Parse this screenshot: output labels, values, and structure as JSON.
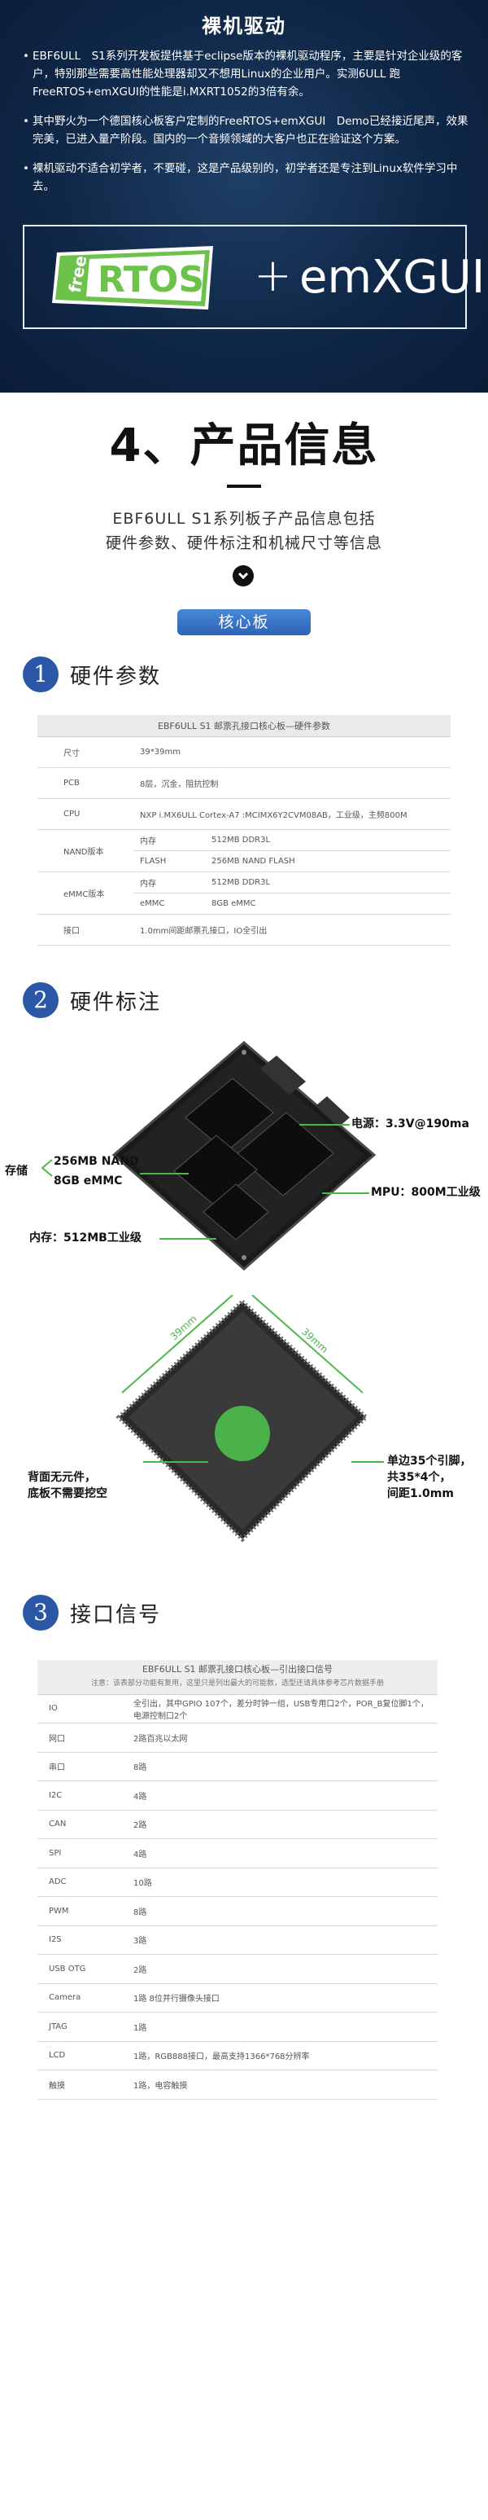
{
  "banner": {
    "title": "裸机驱动",
    "bullets": [
      "EBF6ULL　S1系列开发板提供基于eclipse版本的裸机驱动程序，主要是针对企业级的客户，特别那些需要高性能处理器却又不想用Linux的企业用户。实测6ULL 跑FreeRTOS+emXGUI的性能是i.MXRT1052的3倍有余。",
      "其中野火为一个德国核心板客户定制的FreeRTOS+emXGUI　Demo已经接近尾声，效果完美，已进入量产阶段。国内的一个音频领域的大客户也正在验证这个方案。",
      "裸机驱动不适合初学者，不要碰，这是产品级别的，初学者还是专注到Linux软件学习中去。"
    ],
    "logo_free": "free",
    "logo_rtos": "RTOS",
    "logo_plus": "+",
    "logo_emxgui": "emXGUI",
    "logo_color": "#6cc24a"
  },
  "product": {
    "heading": "4、产品信息",
    "intro_line1": "EBF6ULL S1系列板子产品信息包括",
    "intro_line2": "硬件参数、硬件标注和机械尺寸等信息",
    "tag": "核心板"
  },
  "section1": {
    "number": "1",
    "title": "硬件参数",
    "table_caption": "EBF6ULL S1 邮票孔接口核心板—硬件参数",
    "rows": [
      {
        "label": "尺寸",
        "value": "39*39mm"
      },
      {
        "label": "PCB",
        "value": "8层，沉金，阻抗控制"
      },
      {
        "label": "CPU",
        "value": "NXP i.MX6ULL Cortex-A7 :MCIMX6Y2CVM08AB，工业级，主频800M"
      }
    ],
    "nand": {
      "label": "NAND版本",
      "mem_label": "内存",
      "mem": "512MB DDR3L",
      "flash_label": "FLASH",
      "flash": "256MB NAND FLASH"
    },
    "emmc": {
      "label": "eMMC版本",
      "mem_label": "内存",
      "mem": "512MB DDR3L",
      "flash_label": "eMMC",
      "flash": "8GB eMMC"
    },
    "iface": {
      "label": "接口",
      "value": "1.0mm间距邮票孔接口，IO全引出"
    }
  },
  "section2": {
    "number": "2",
    "title": "硬件标注",
    "power": "电源：3.3V@190ma",
    "storage_label": "存储",
    "storage_nand": "256MB NAND",
    "storage_emmc": "8GB eMMC",
    "mpu": "MPU：800M工业级",
    "ram": "内存：512MB工业级",
    "dim_left": "39mm",
    "dim_right": "39mm",
    "back_note_1": "背面无元件，",
    "back_note_2": "底板不需要挖空",
    "pin_note_1": "单边35个引脚，",
    "pin_note_2": "共35*4个，",
    "pin_note_3": "间距1.0mm"
  },
  "section3": {
    "number": "3",
    "title": "接口信号",
    "table_caption": "EBF6ULL S1 邮票孔接口核心板—引出接口信号",
    "table_note": "注意：该表部分功能有复用，这里只是列出最大的可能数，选型还请具体参考芯片数据手册",
    "rows": [
      {
        "label": "IO",
        "value": "全引出，其中GPIO 107个，差分时钟一组，USB专用口2个，POR_B复位脚1个，电源控制口2个"
      },
      {
        "label": "网口",
        "value": "2路百兆以太网"
      },
      {
        "label": "串口",
        "value": "8路"
      },
      {
        "label": "I2C",
        "value": "4路"
      },
      {
        "label": "CAN",
        "value": "2路"
      },
      {
        "label": "SPI",
        "value": "4路"
      },
      {
        "label": "ADC",
        "value": "10路"
      },
      {
        "label": "PWM",
        "value": "8路"
      },
      {
        "label": "I2S",
        "value": "3路"
      },
      {
        "label": "USB OTG",
        "value": "2路"
      },
      {
        "label": "Camera",
        "value": "1路 8位并行摄像头接口"
      },
      {
        "label": "JTAG",
        "value": "1路"
      },
      {
        "label": "LCD",
        "value": "1路，RGB888接口，最高支持1366*768分辨率"
      },
      {
        "label": "触摸",
        "value": "1路，电容触摸"
      }
    ]
  },
  "colors": {
    "accent_blue": "#2a57a8",
    "green": "#4cb84c",
    "banner_bg": "#0f2747"
  }
}
